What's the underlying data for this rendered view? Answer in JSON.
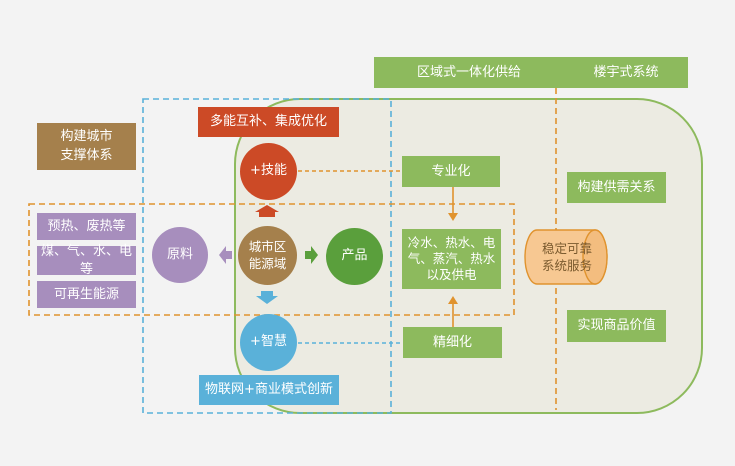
{
  "header": {
    "integrated_supply": "区域式一体化供给",
    "building_system": "楼宇式系统"
  },
  "support": {
    "label": "构建城市\n支撑体系"
  },
  "strategy": {
    "label": "多能互补、集成优化"
  },
  "inputs": [
    "预热、废热等",
    "煤、气、水、电等",
    "可再生能源"
  ],
  "nodes": {
    "raw_material": "原料",
    "city_energy": "城市区\n能源域",
    "product": "产品",
    "tech": "+技能",
    "smart": "+智慧"
  },
  "iot": {
    "label": "物联网+商业模式创新"
  },
  "process": {
    "specialization": "专业化",
    "refinement": "精细化",
    "outputs": "冷水、热水、电\n气、蒸汽、热水\n以及供电"
  },
  "service": {
    "label": "稳定可靠\n系统服务"
  },
  "right": {
    "supply_demand": "构建供需关系",
    "commodity_value": "实现商品价值"
  },
  "colors": {
    "green": "#8dba5d",
    "purple": "#a78ebd",
    "brown": "#a5804c",
    "red_orange": "#cc4a26",
    "blue": "#5ab1d9",
    "orange_dash": "#e0932e",
    "blue_dash": "#5ab1d9",
    "panel_fill": "#ecebe2",
    "panel_border": "#8dba5d"
  }
}
